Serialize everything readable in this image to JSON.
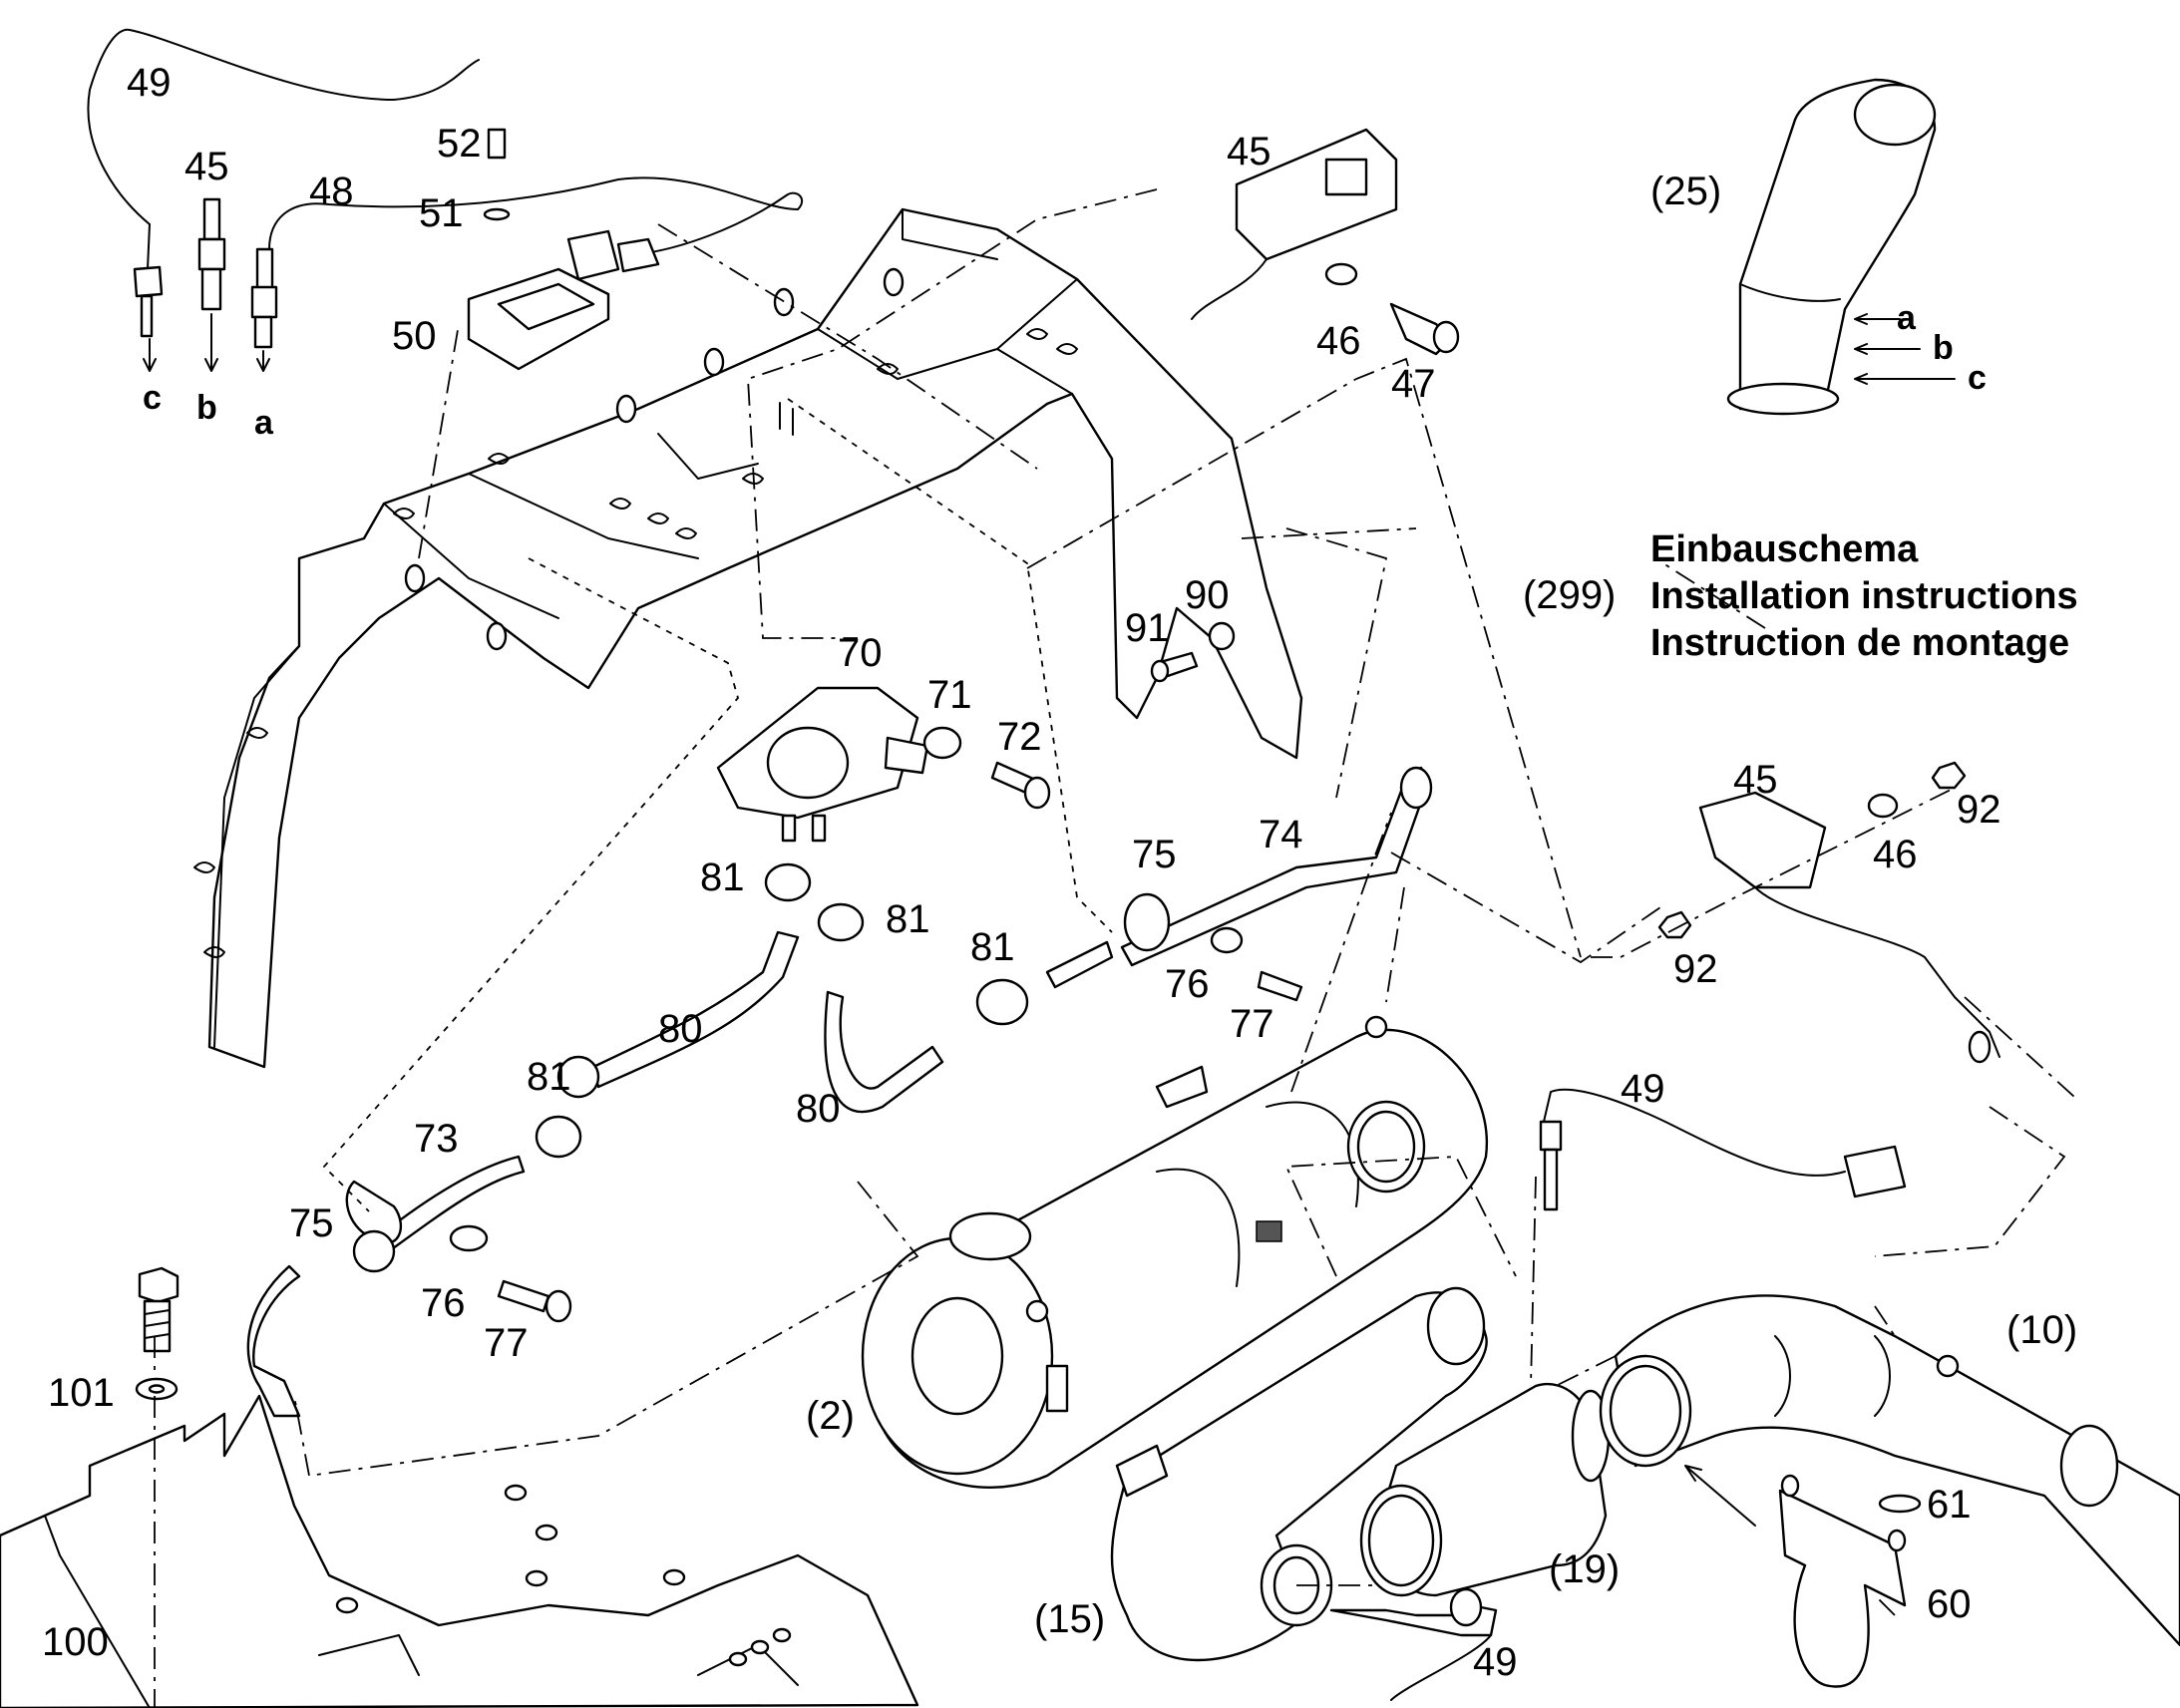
{
  "installation": {
    "ref": "(299)",
    "title_de": "Einbauschema",
    "title_en": "Installation instructions",
    "title_fr": "Instruction de montage"
  },
  "parts": {
    "p49a": "49",
    "p45a": "45",
    "p48": "48",
    "p52": "52",
    "p51": "51",
    "p50": "50",
    "p45b": "45",
    "p46a": "46",
    "p47": "47",
    "p25": "(25)",
    "p70": "70",
    "p71": "71",
    "p72": "72",
    "p90": "90",
    "p91": "91",
    "p74": "74",
    "p75a": "75",
    "p76a": "76",
    "p77a": "77",
    "p81a": "81",
    "p81b": "81",
    "p81c": "81",
    "p81d": "81",
    "p80a": "80",
    "p80b": "80",
    "p73": "73",
    "p75b": "75",
    "p76b": "76",
    "p77b": "77",
    "p101": "101",
    "p100": "100",
    "p45c": "45",
    "p46b": "46",
    "p92a": "92",
    "p92b": "92",
    "p49b": "49",
    "p49c": "49",
    "p2": "(2)",
    "p15": "(15)",
    "p19": "(19)",
    "p10": "(10)",
    "p61": "61",
    "p60": "60"
  },
  "letters": {
    "sensor_c": "c",
    "sensor_b": "b",
    "sensor_a": "a",
    "pipe_a": "a",
    "pipe_b": "b",
    "pipe_c": "c"
  }
}
